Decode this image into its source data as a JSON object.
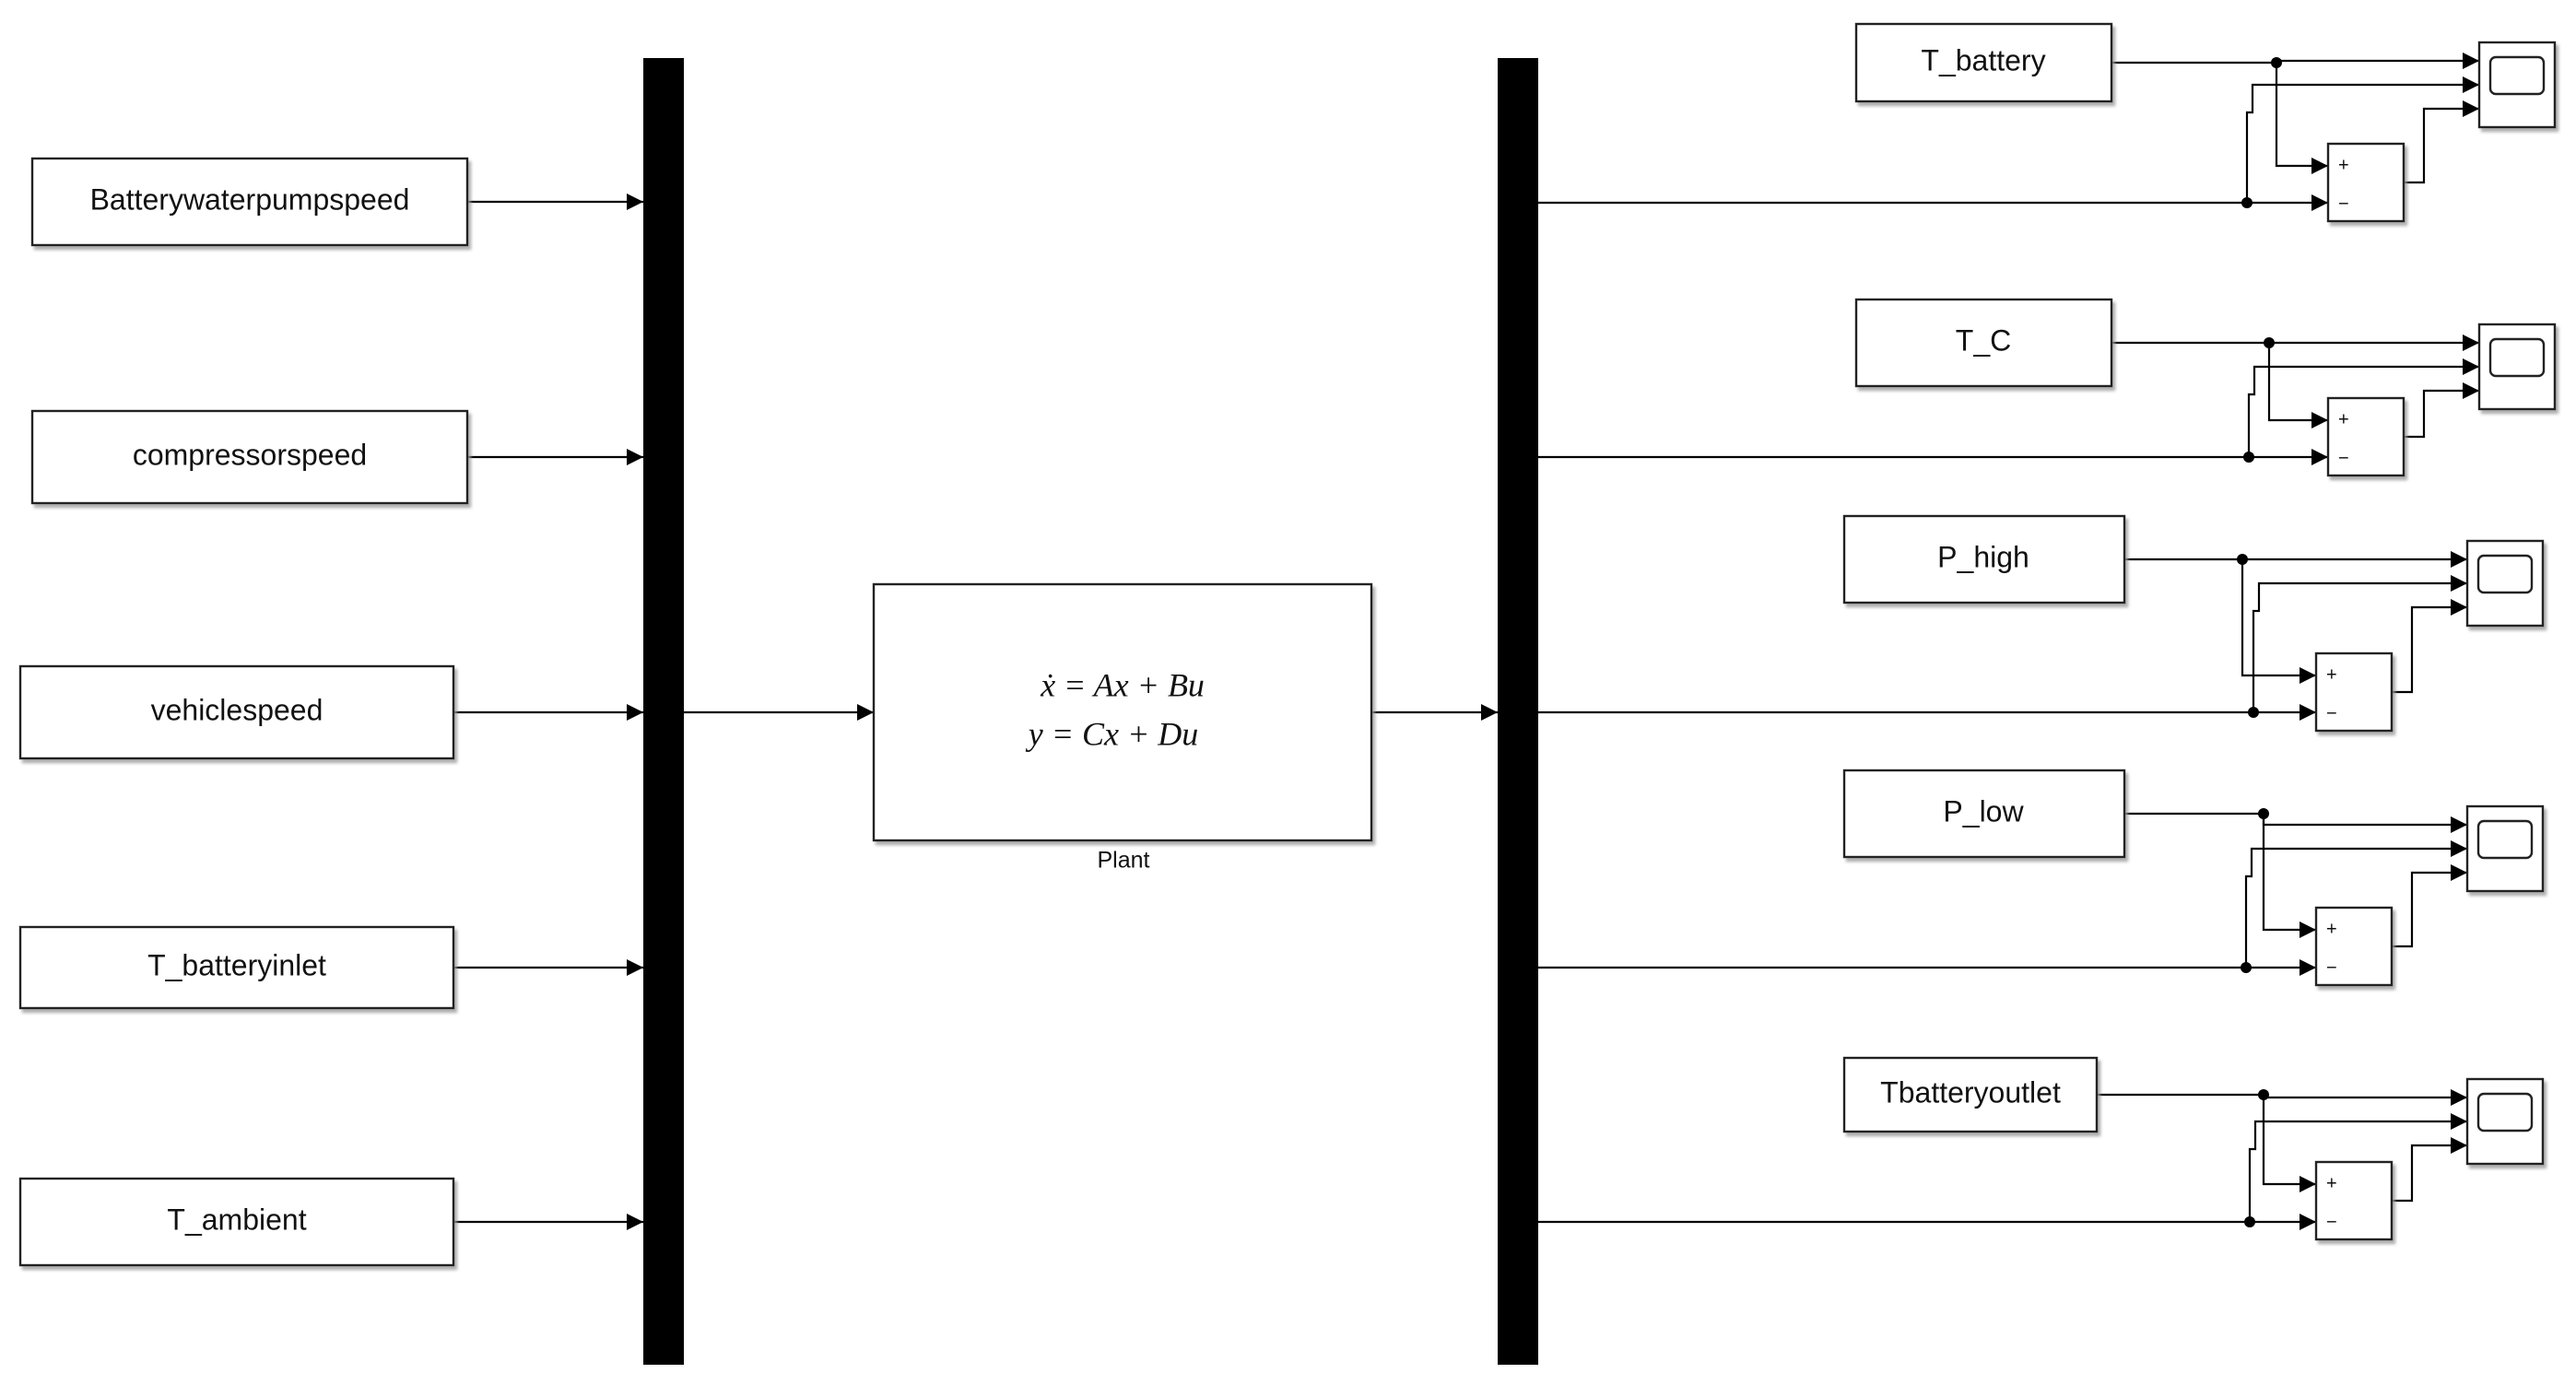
{
  "inputs": [
    {
      "label": "Batterywaterpumpspeed"
    },
    {
      "label": "compressorspeed"
    },
    {
      "label": "vehiclespeed"
    },
    {
      "label": "T_batteryinlet"
    },
    {
      "label": "T_ambient"
    }
  ],
  "plant": {
    "caption": "Plant",
    "equation_1": "ẋ = Ax + Bu",
    "equation_2": "y = Cx + Du"
  },
  "outputs": [
    {
      "label": "T_battery"
    },
    {
      "label": "T_C"
    },
    {
      "label": "P_high"
    },
    {
      "label": "P_low"
    },
    {
      "label": "Tbatteryoutlet"
    }
  ],
  "sum_signs": {
    "plus": "+",
    "minus": "−"
  },
  "colors": {
    "line": "#000000",
    "block_border": "#222222",
    "shadow": "#b5b5b5"
  }
}
